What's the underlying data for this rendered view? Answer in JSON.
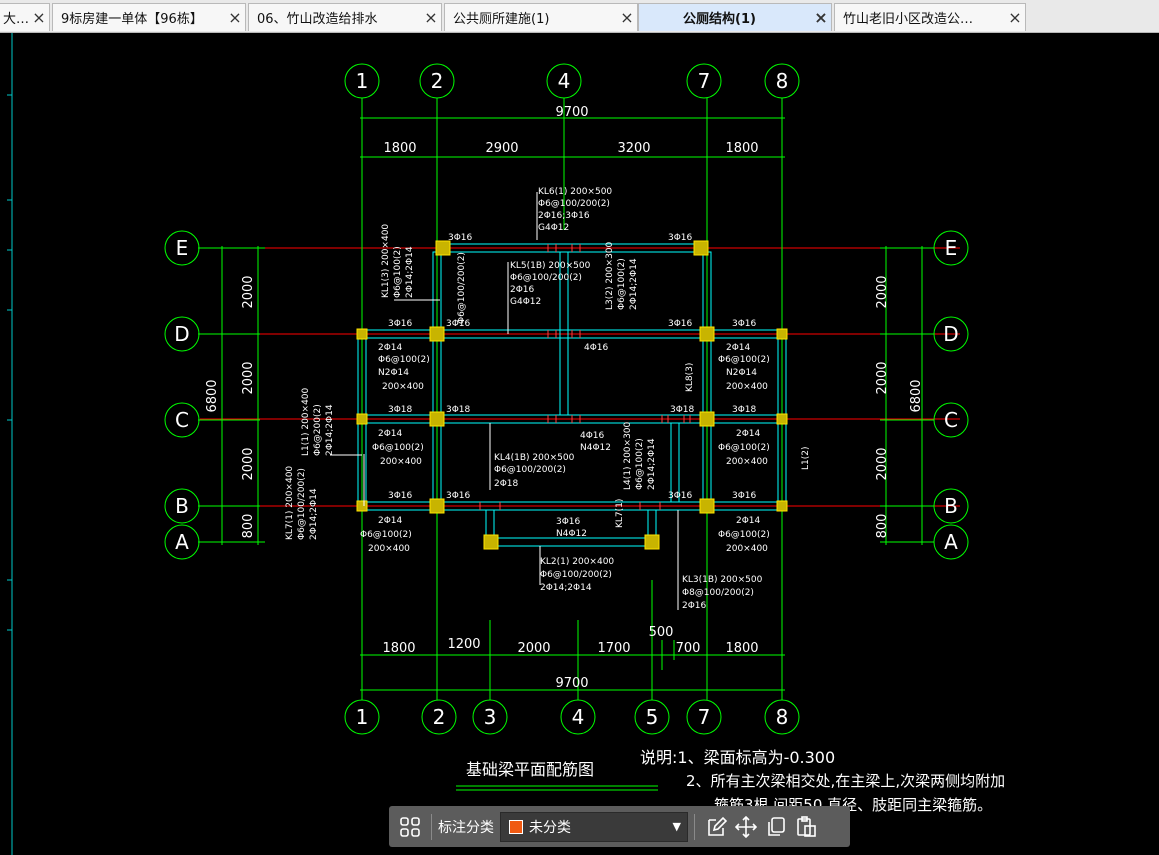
{
  "tabs": [
    {
      "label": "大…"
    },
    {
      "label": "9标房建一单体【96栋】"
    },
    {
      "label": "06、竹山改造给排水"
    },
    {
      "label": "公共厕所建施(1)"
    },
    {
      "label": "公厕结构(1)",
      "active": true
    },
    {
      "label": "竹山老旧小区改造公…"
    }
  ],
  "drawing": {
    "axis_top": [
      "1",
      "2",
      "4",
      "7",
      "8"
    ],
    "axis_bottom": [
      "1",
      "2",
      "3",
      "4",
      "5",
      "7",
      "8"
    ],
    "axis_rows": [
      "E",
      "D",
      "C",
      "B",
      "A"
    ],
    "dims_top_total": "9700",
    "dims_top": [
      "1800",
      "2900",
      "3200",
      "1800"
    ],
    "dims_bottom_total": "9700",
    "dims_bottom": [
      "1800",
      "1200",
      "2000",
      "1700",
      "700",
      "1800"
    ],
    "dim_500": "500",
    "dims_side": [
      "2000",
      "2000",
      "2000",
      "800"
    ],
    "dims_side_total": "6800",
    "beam_labels": {
      "kl6": [
        "KL6(1) 200×500",
        "Φ6@100/200(2)",
        "2Φ16;3Φ16",
        "G4Φ12"
      ],
      "kl5": [
        "KL5(1B) 200×500",
        "Φ6@100/200(2)",
        "2Φ16",
        "G4Φ12"
      ],
      "kl1": [
        "KL1(3) 200×400",
        "Φ6@100(2)",
        "2Φ14;2Φ14"
      ],
      "kl1b": "Φ6@100/200(2)",
      "l3": [
        "L3(2) 200×300",
        "Φ6@100(2)",
        "2Φ14;2Φ14"
      ],
      "l1": [
        "L1(1) 200×400",
        "Φ6@200(2)",
        "2Φ14;2Φ14"
      ],
      "kl4": [
        "KL4(1B) 200×500",
        "Φ6@100/200(2)",
        "2Φ18"
      ],
      "l4": [
        "L4(1) 200×300",
        "Φ6@100(2)",
        "2Φ14;2Φ14"
      ],
      "kl7": [
        "KL7(1) 200×400",
        "Φ6@100/200(2)",
        "2Φ14;2Φ14"
      ],
      "kl2": [
        "KL2(1) 200×400",
        "Φ6@100/200(2)",
        "2Φ14;2Φ14"
      ],
      "kl3": [
        "KL3(1B) 200×500",
        "Φ8@100/200(2)",
        "2Φ16"
      ],
      "kl8": "KL8(3)",
      "kl7b": "KL7(1)",
      "l1b": "L1(2)",
      "cont_left": [
        "2Φ14",
        "Φ6@100(2)",
        "N2Φ14",
        "200×400"
      ],
      "cont_right": [
        "2Φ14",
        "Φ6@100(2)",
        "N2Φ14",
        "200×400"
      ],
      "seg_c_left": [
        "2Φ14",
        "Φ6@100(2)",
        "200×400"
      ],
      "seg_c_right": [
        "2Φ14",
        "Φ6@100(2)",
        "200×400"
      ],
      "seg_b_left": [
        "2Φ14",
        "Φ6@100(2)",
        "200×400"
      ],
      "seg_b_right": [
        "2Φ14",
        "Φ6@100(2)",
        "200×400"
      ],
      "n4": [
        "3Φ16",
        "N4Φ12"
      ],
      "mid_d": "4Φ16",
      "mid_c": [
        "4Φ16",
        "N4Φ12"
      ],
      "r316": "3Φ16",
      "r318": "3Φ18"
    },
    "title": "基础梁平面配筋图",
    "notes": [
      "说明:1、梁面标高为-0.300",
      "2、所有主次梁相交处,在主梁上,次梁两侧均附加",
      "箍筋3根,间距50,直径、肢距同主梁箍筋。"
    ]
  },
  "toolbar": {
    "label": "标注分类",
    "selected": "未分类",
    "swatch_color": "#f05a12"
  },
  "colors": {
    "axis_green": "#00ff00",
    "grid_red": "#ff0000",
    "beam_cyan": "#00ffff",
    "text_white": "#ffffff",
    "column_yellow": "#c8b400"
  }
}
